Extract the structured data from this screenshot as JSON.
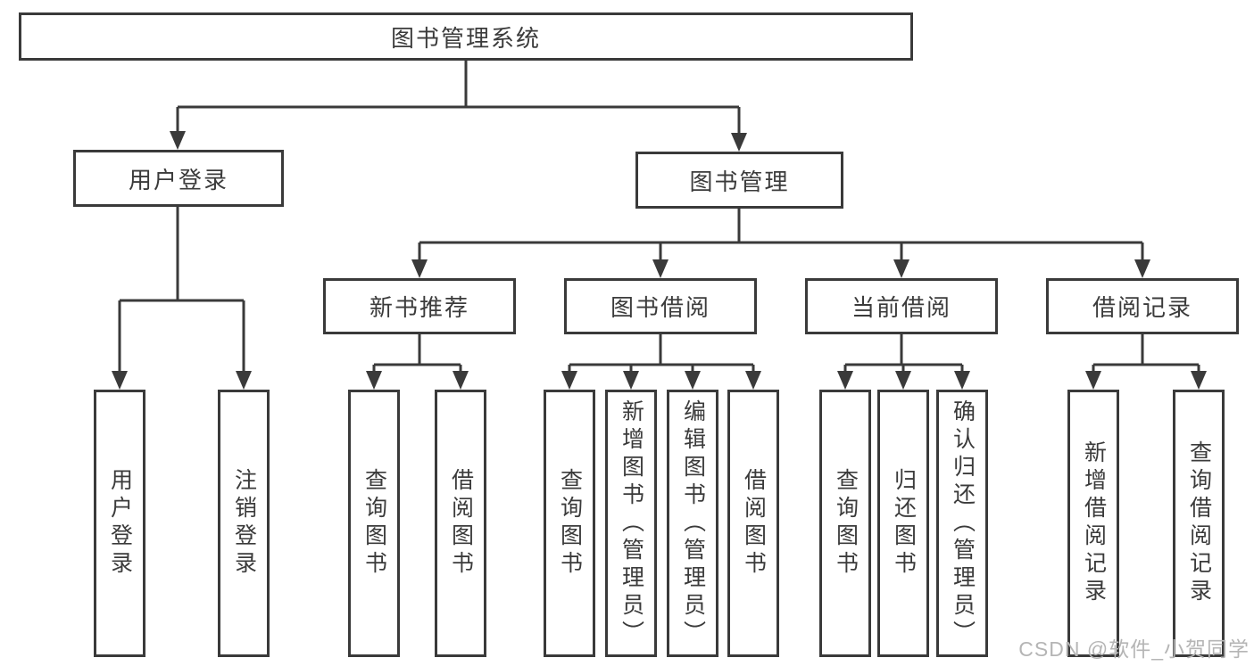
{
  "colors": {
    "line": "#3a3a3a",
    "text": "#3b3b3b",
    "background": "#ffffff",
    "watermark": "#b5b5b5"
  },
  "tree": {
    "root": {
      "label": "图书管理系统"
    },
    "branches": [
      {
        "label": "用户登录",
        "children": [
          {
            "label": "用户登录"
          },
          {
            "label": "注销登录"
          }
        ]
      },
      {
        "label": "图书管理",
        "sections": [
          {
            "label": "新书推荐",
            "children": [
              {
                "label": "查询图书"
              },
              {
                "label": "借阅图书"
              }
            ]
          },
          {
            "label": "图书借阅",
            "children": [
              {
                "label": "查询图书"
              },
              {
                "label": "新增图书（管理员）"
              },
              {
                "label": "编辑图书（管理员）"
              },
              {
                "label": "借阅图书"
              }
            ]
          },
          {
            "label": "当前借阅",
            "children": [
              {
                "label": "查询图书"
              },
              {
                "label": "归还图书"
              },
              {
                "label": "确认归还（管理员）"
              }
            ]
          },
          {
            "label": "借阅记录",
            "children": [
              {
                "label": "新增借阅记录"
              },
              {
                "label": "查询借阅记录"
              }
            ]
          }
        ]
      }
    ]
  },
  "watermark": {
    "text": "CSDN @软件_小贺同学"
  }
}
